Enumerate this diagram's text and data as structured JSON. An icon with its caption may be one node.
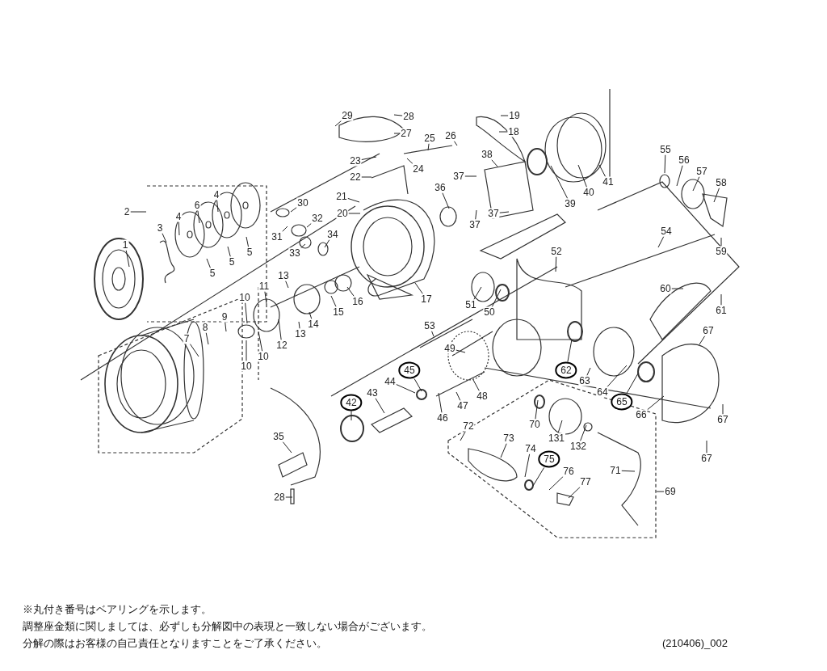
{
  "diagram": {
    "nodes": [
      {
        "text": [
          "29"
        ]
      },
      {
        "text": [
          "28"
        ]
      },
      {
        "text": [
          "19"
        ]
      },
      {
        "text": [
          "18"
        ]
      },
      {
        "text": [
          "27"
        ]
      },
      {
        "text": [
          "26"
        ]
      },
      {
        "text": [
          "25"
        ]
      },
      {
        "text": [
          "55"
        ]
      },
      {
        "text": [
          "38"
        ]
      },
      {
        "text": [
          "56"
        ]
      },
      {
        "text": [
          "23"
        ]
      },
      {
        "text": [
          "24"
        ]
      },
      {
        "text": [
          "57"
        ]
      },
      {
        "text": [
          "37"
        ]
      },
      {
        "text": [
          "22"
        ]
      },
      {
        "text": [
          "41"
        ]
      },
      {
        "text": [
          "58"
        ]
      },
      {
        "text": [
          "36"
        ]
      },
      {
        "text": [
          "40"
        ]
      },
      {
        "text": [
          "4"
        ]
      },
      {
        "text": [
          "21"
        ]
      },
      {
        "text": [
          "30"
        ]
      },
      {
        "text": [
          "39"
        ]
      },
      {
        "text": [
          "6"
        ]
      },
      {
        "text": [
          "2"
        ]
      },
      {
        "text": [
          "20"
        ]
      },
      {
        "text": [
          "37"
        ]
      },
      {
        "text": [
          "4"
        ]
      },
      {
        "text": [
          "32"
        ]
      },
      {
        "text": [
          "37"
        ]
      },
      {
        "text": [
          "3"
        ]
      },
      {
        "text": [
          "54"
        ]
      },
      {
        "text": [
          "34"
        ]
      },
      {
        "text": [
          "31"
        ]
      },
      {
        "text": [
          "1"
        ]
      },
      {
        "text": [
          "52"
        ]
      },
      {
        "text": [
          "59"
        ]
      },
      {
        "text": [
          "5"
        ]
      },
      {
        "text": [
          "33"
        ]
      },
      {
        "text": [
          "5"
        ]
      },
      {
        "text": [
          "5"
        ]
      },
      {
        "text": [
          "13"
        ]
      },
      {
        "text": [
          "11"
        ]
      },
      {
        "text": [
          "60"
        ]
      },
      {
        "text": [
          "10"
        ]
      },
      {
        "text": [
          "17"
        ]
      },
      {
        "text": [
          "16"
        ]
      },
      {
        "text": [
          "51"
        ]
      },
      {
        "text": [
          "61"
        ]
      },
      {
        "text": [
          "15"
        ]
      },
      {
        "text": [
          "50"
        ]
      },
      {
        "text": [
          "9"
        ]
      },
      {
        "text": [
          "14"
        ]
      },
      {
        "text": [
          "53"
        ]
      },
      {
        "text": [
          "8"
        ]
      },
      {
        "text": [
          "67"
        ]
      },
      {
        "text": [
          "13"
        ]
      },
      {
        "text": [
          "7"
        ]
      },
      {
        "text": [
          "12"
        ]
      },
      {
        "text": [
          "49"
        ]
      },
      {
        "text": [
          "10"
        ]
      },
      {
        "text": [
          "10"
        ]
      },
      {
        "text": [
          "45"
        ]
      },
      {
        "text": [
          "62"
        ]
      },
      {
        "text": [
          "63"
        ]
      },
      {
        "text": [
          "44"
        ]
      },
      {
        "text": [
          "64"
        ]
      },
      {
        "text": [
          "43"
        ]
      },
      {
        "text": [
          "48"
        ]
      },
      {
        "text": [
          "65"
        ]
      },
      {
        "text": [
          "42"
        ]
      },
      {
        "text": [
          "47"
        ]
      },
      {
        "text": [
          "66"
        ]
      },
      {
        "text": [
          "46"
        ]
      },
      {
        "text": [
          "67"
        ]
      },
      {
        "text": [
          "70"
        ]
      },
      {
        "text": [
          "72"
        ]
      },
      {
        "text": [
          "35"
        ]
      },
      {
        "text": [
          "73"
        ]
      },
      {
        "text": [
          "131"
        ]
      },
      {
        "text": [
          "132"
        ]
      },
      {
        "text": [
          "74"
        ]
      },
      {
        "text": [
          "67"
        ]
      },
      {
        "text": [
          "75"
        ]
      },
      {
        "text": [
          "71"
        ]
      },
      {
        "text": [
          "76"
        ]
      },
      {
        "text": [
          "77"
        ]
      },
      {
        "text": [
          "69"
        ]
      },
      {
        "text": [
          "28"
        ]
      }
    ],
    "edges": [
      {
        "from": 0,
        "to": null,
        "arrow": "none"
      },
      {
        "from": 1,
        "to": null,
        "arrow": "none"
      },
      {
        "from": 2,
        "to": null,
        "arrow": "none"
      },
      {
        "from": 3,
        "to": null,
        "arrow": "none"
      },
      {
        "from": 4,
        "to": null,
        "arrow": "none"
      },
      {
        "from": 5,
        "to": null,
        "arrow": "none"
      },
      {
        "from": 6,
        "to": null,
        "arrow": "none"
      },
      {
        "from": 7,
        "to": null,
        "arrow": "none"
      },
      {
        "from": 8,
        "to": null,
        "arrow": "none"
      },
      {
        "from": 9,
        "to": null,
        "arrow": "none"
      },
      {
        "from": 10,
        "to": null,
        "arrow": "none"
      },
      {
        "from": 11,
        "to": null,
        "arrow": "none"
      },
      {
        "from": 12,
        "to": null,
        "arrow": "none"
      },
      {
        "from": 13,
        "to": null,
        "arrow": "none"
      },
      {
        "from": 14,
        "to": null,
        "arrow": "none"
      },
      {
        "from": 15,
        "to": null,
        "arrow": "none"
      },
      {
        "from": 16,
        "to": null,
        "arrow": "none"
      },
      {
        "from": 17,
        "to": null,
        "arrow": "none"
      },
      {
        "from": 18,
        "to": null,
        "arrow": "none"
      },
      {
        "from": 19,
        "to": null,
        "arrow": "none"
      },
      {
        "from": 20,
        "to": null,
        "arrow": "none"
      },
      {
        "from": 21,
        "to": null,
        "arrow": "none"
      },
      {
        "from": 22,
        "to": null,
        "arrow": "none"
      },
      {
        "from": 23,
        "to": null,
        "arrow": "none"
      },
      {
        "from": 24,
        "to": null,
        "arrow": "none"
      },
      {
        "from": 25,
        "to": null,
        "arrow": "none"
      },
      {
        "from": 26,
        "to": null,
        "arrow": "none"
      },
      {
        "from": 27,
        "to": null,
        "arrow": "none"
      },
      {
        "from": 28,
        "to": null,
        "arrow": "none"
      },
      {
        "from": 29,
        "to": null,
        "arrow": "none"
      },
      {
        "from": 30,
        "to": null,
        "arrow": "none"
      },
      {
        "from": 31,
        "to": null,
        "arrow": "none"
      },
      {
        "from": 32,
        "to": null,
        "arrow": "none"
      },
      {
        "from": 33,
        "to": null,
        "arrow": "none"
      },
      {
        "from": 34,
        "to": null,
        "arrow": "none"
      },
      {
        "from": 35,
        "to": null,
        "arrow": "none"
      },
      {
        "from": 36,
        "to": null,
        "arrow": "none"
      },
      {
        "from": 37,
        "to": null,
        "arrow": "none"
      },
      {
        "from": 38,
        "to": null,
        "arrow": "none"
      },
      {
        "from": 39,
        "to": null,
        "arrow": "none"
      },
      {
        "from": 40,
        "to": null,
        "arrow": "none"
      },
      {
        "from": 41,
        "to": null,
        "arrow": "none"
      },
      {
        "from": 42,
        "to": null,
        "arrow": "none"
      },
      {
        "from": 43,
        "to": null,
        "arrow": "none"
      },
      {
        "from": 44,
        "to": null,
        "arrow": "none"
      },
      {
        "from": 45,
        "to": null,
        "arrow": "none"
      },
      {
        "from": 46,
        "to": null,
        "arrow": "none"
      },
      {
        "from": 47,
        "to": null,
        "arrow": "none"
      },
      {
        "from": 48,
        "to": null,
        "arrow": "none"
      },
      {
        "from": 49,
        "to": null,
        "arrow": "none"
      },
      {
        "from": 50,
        "to": null,
        "arrow": "none"
      },
      {
        "from": 51,
        "to": null,
        "arrow": "none"
      },
      {
        "from": 52,
        "to": null,
        "arrow": "none"
      },
      {
        "from": 53,
        "to": null,
        "arrow": "none"
      },
      {
        "from": 54,
        "to": null,
        "arrow": "none"
      },
      {
        "from": 55,
        "to": null,
        "arrow": "none"
      },
      {
        "from": 56,
        "to": null,
        "arrow": "none"
      },
      {
        "from": 57,
        "to": null,
        "arrow": "none"
      },
      {
        "from": 58,
        "to": null,
        "arrow": "none"
      },
      {
        "from": 59,
        "to": null,
        "arrow": "none"
      },
      {
        "from": 60,
        "to": null,
        "arrow": "none"
      },
      {
        "from": 61,
        "to": null,
        "arrow": "none"
      },
      {
        "from": 62,
        "to": null,
        "arrow": "none"
      },
      {
        "from": 63,
        "to": null,
        "arrow": "none"
      },
      {
        "from": 64,
        "to": null,
        "arrow": "none"
      },
      {
        "from": 65,
        "to": null,
        "arrow": "none"
      },
      {
        "from": 66,
        "to": null,
        "arrow": "none"
      },
      {
        "from": 67,
        "to": null,
        "arrow": "none"
      },
      {
        "from": 68,
        "to": null,
        "arrow": "none"
      },
      {
        "from": 69,
        "to": null,
        "arrow": "none"
      },
      {
        "from": 70,
        "to": null,
        "arrow": "none"
      },
      {
        "from": 71,
        "to": null,
        "arrow": "none"
      },
      {
        "from": 72,
        "to": null,
        "arrow": "none"
      },
      {
        "from": 73,
        "to": null,
        "arrow": "none"
      },
      {
        "from": 74,
        "to": null,
        "arrow": "none"
      },
      {
        "from": 75,
        "to": null,
        "arrow": "none"
      },
      {
        "from": 76,
        "to": null,
        "arrow": "none"
      },
      {
        "from": 77,
        "to": null,
        "arrow": "none"
      },
      {
        "from": 78,
        "to": null,
        "arrow": "none"
      },
      {
        "from": 79,
        "to": null,
        "arrow": "none"
      },
      {
        "from": 80,
        "to": null,
        "arrow": "none"
      },
      {
        "from": 81,
        "to": null,
        "arrow": "none"
      },
      {
        "from": 82,
        "to": null,
        "arrow": "none"
      },
      {
        "from": 83,
        "to": null,
        "arrow": "none"
      },
      {
        "from": 84,
        "to": null,
        "arrow": "none"
      },
      {
        "from": 85,
        "to": null,
        "arrow": "none"
      },
      {
        "from": 86,
        "to": null,
        "arrow": "none"
      },
      {
        "from": 87,
        "to": null,
        "arrow": "none"
      },
      {
        "from": 88,
        "to": null,
        "arrow": "none"
      }
    ],
    "labels": [
      "※丸付き番号はベアリングを示します。",
      "調整座金類に関しましては、必ずしも分解図中の表現と一致しない場合がございます。",
      "分解の際はお客様の自己責任となりますことをご了承ください。",
      "(210406)_002"
    ]
  }
}
